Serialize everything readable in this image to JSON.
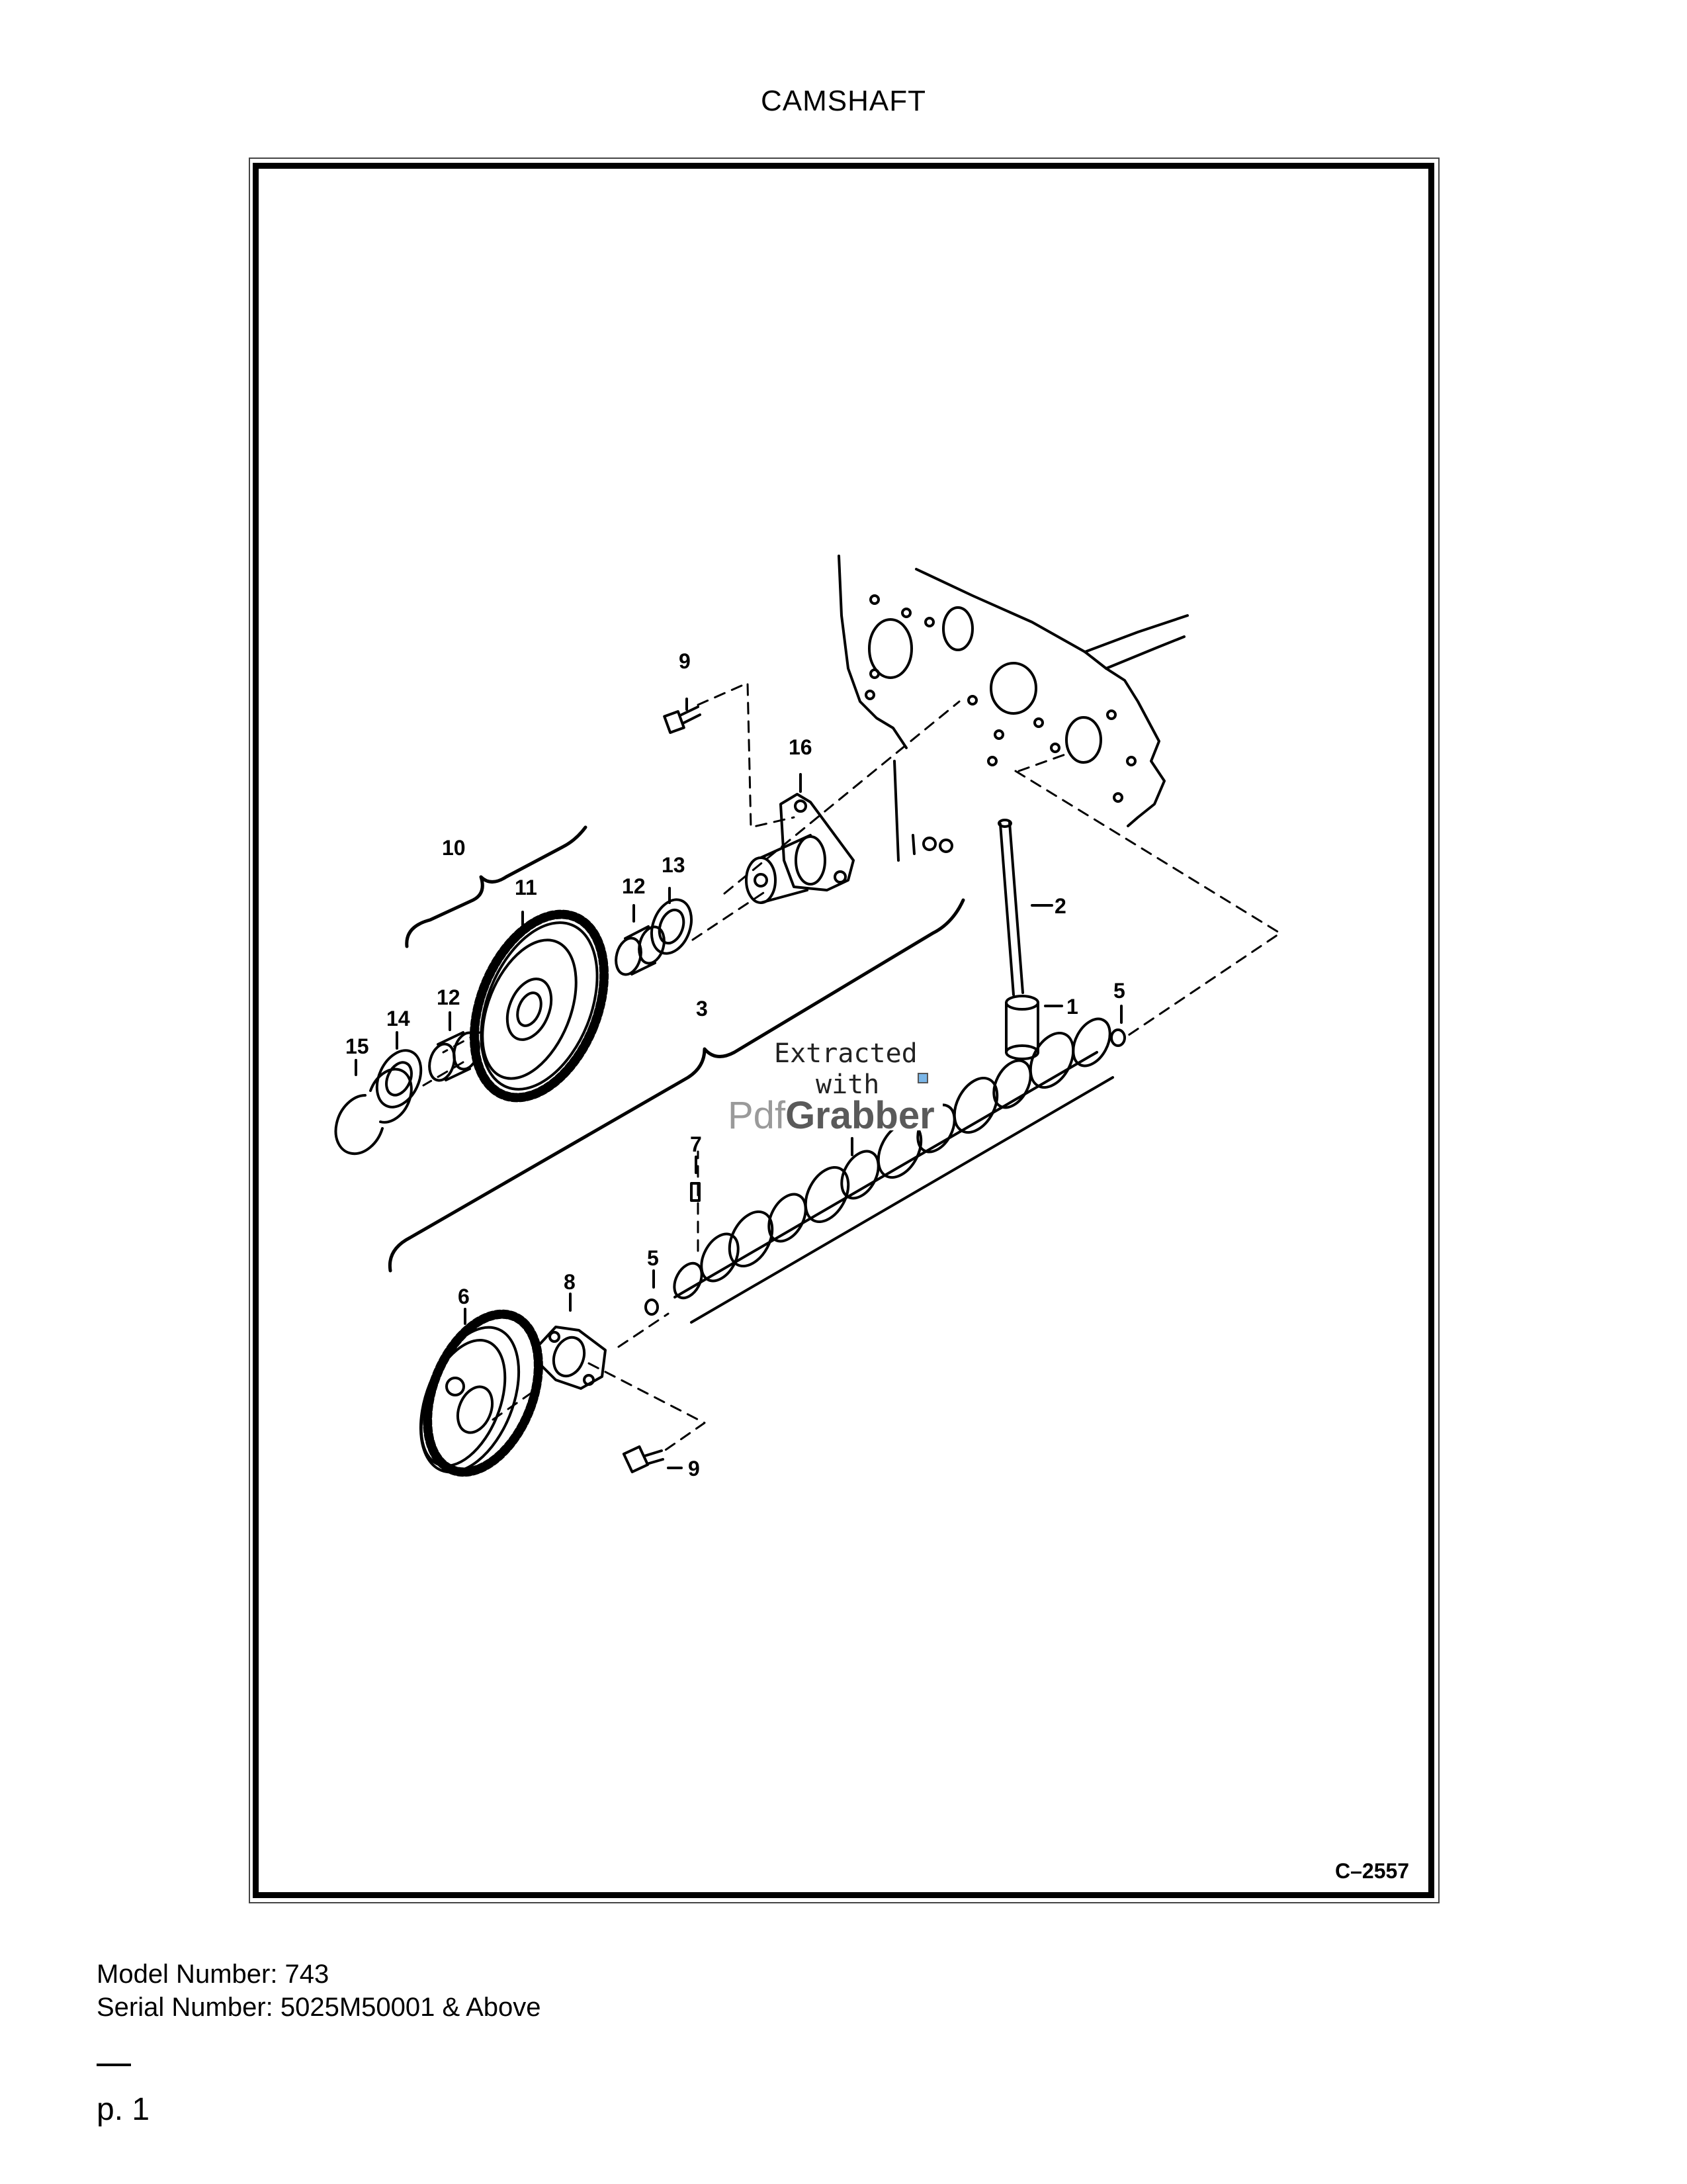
{
  "title": "CAMSHAFT",
  "figure_code": "C–2557",
  "watermark": {
    "line1": "Extracted",
    "line2": "with",
    "brand_a": "Pdf",
    "brand_b": "Grabber"
  },
  "callouts": {
    "c1": "1",
    "c2": "2",
    "c3": "3",
    "c5a": "5",
    "c5b": "5",
    "c6": "6",
    "c7": "7",
    "c8": "8",
    "c9a": "9",
    "c9b": "9",
    "c10": "10",
    "c11": "11",
    "c12a": "12",
    "c12b": "12",
    "c13": "13",
    "c14": "14",
    "c15": "15",
    "c16": "16"
  },
  "model_number": "Model Number: 743",
  "serial_number": "Serial Number: 5025M50001 & Above",
  "page": "p. 1"
}
